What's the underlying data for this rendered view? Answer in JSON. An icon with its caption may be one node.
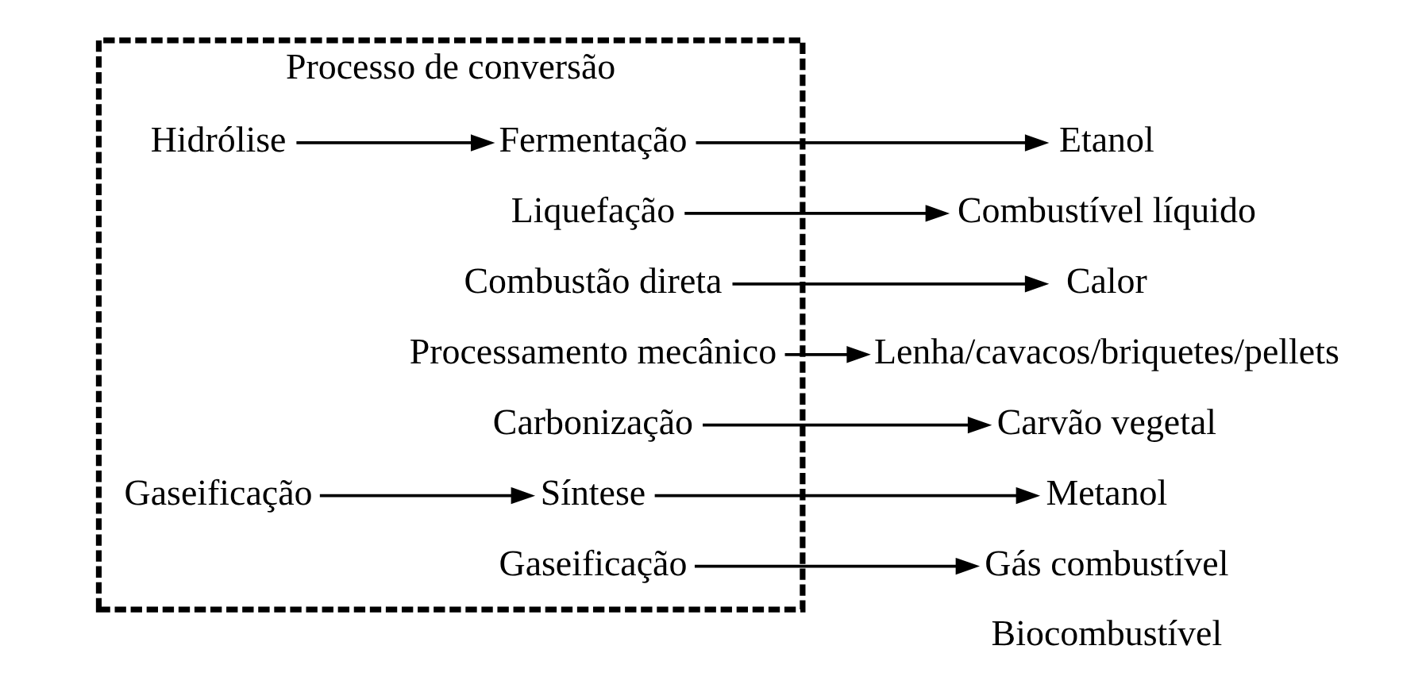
{
  "diagram": {
    "nodes": [
      {
        "text": [
          "Processo de conversão"
        ]
      },
      {
        "text": [
          "Hidrólise"
        ],
        "in": 0
      },
      {
        "text": [
          "Fermentação"
        ],
        "in": 0
      },
      {
        "text": [
          "Etanol"
        ]
      },
      {
        "text": [
          "Liquefação"
        ],
        "in": 0
      },
      {
        "text": [
          "Combustível líquido"
        ]
      },
      {
        "text": [
          "Combustão direta"
        ],
        "in": 0
      },
      {
        "text": [
          "Calor"
        ]
      },
      {
        "text": [
          "Processamento mecânico"
        ],
        "in": 0
      },
      {
        "text": [
          "Lenha/cavacos/briquetes/pellets"
        ]
      },
      {
        "text": [
          "Carbonização"
        ],
        "in": 0
      },
      {
        "text": [
          "Carvão vegetal"
        ]
      },
      {
        "text": [
          "Gaseificação"
        ],
        "in": 0
      },
      {
        "text": [
          "Síntese"
        ],
        "in": 0
      },
      {
        "text": [
          "Metanol"
        ]
      },
      {
        "text": [
          "Gaseificação"
        ],
        "in": 0
      },
      {
        "text": [
          "Gás combustível"
        ]
      }
    ],
    "edges": [
      {
        "from": 1,
        "to": 2,
        "arrow": "to"
      },
      {
        "from": 2,
        "to": 3,
        "arrow": "to"
      },
      {
        "from": 4,
        "to": 5,
        "arrow": "to"
      },
      {
        "from": 6,
        "to": 7,
        "arrow": "to"
      },
      {
        "from": 8,
        "to": 9,
        "arrow": "to"
      },
      {
        "from": 10,
        "to": 11,
        "arrow": "to"
      },
      {
        "from": 12,
        "to": 13,
        "arrow": "to"
      },
      {
        "from": 13,
        "to": 14,
        "arrow": "to"
      },
      {
        "from": 15,
        "to": 16,
        "arrow": "to"
      }
    ],
    "labels": [
      "Biocombustível"
    ]
  }
}
